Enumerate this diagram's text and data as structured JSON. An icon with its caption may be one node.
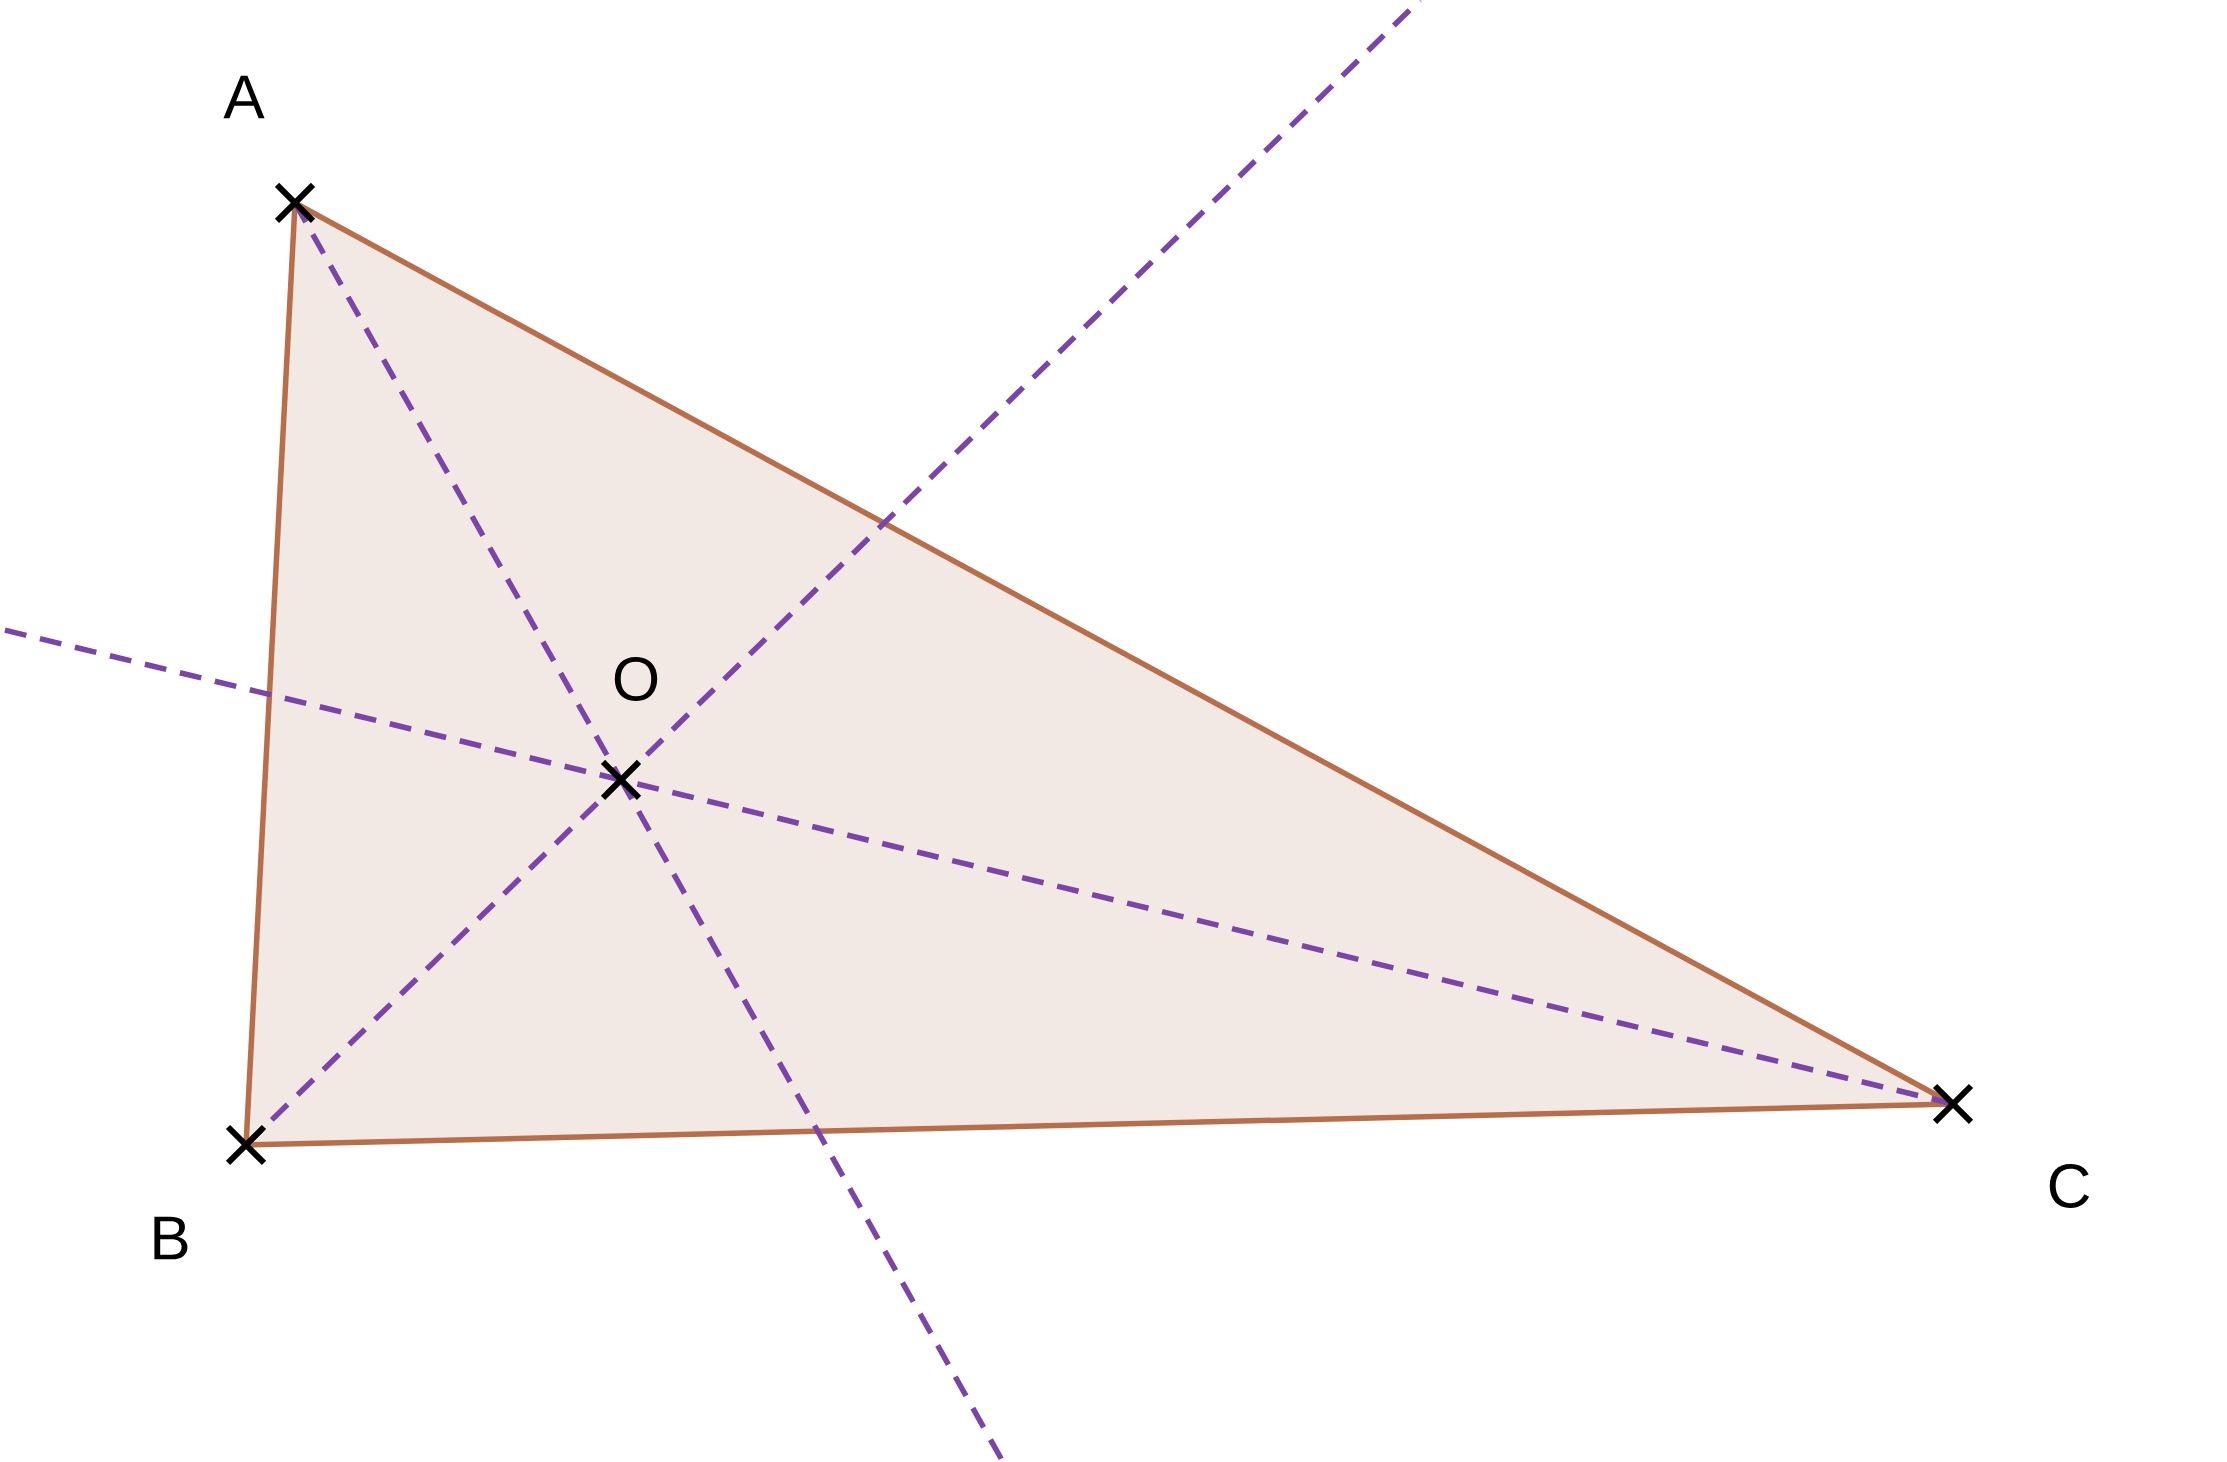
{
  "diagram": {
    "nodes": [
      {
        "text": [
          "A"
        ]
      },
      {
        "text": [
          "B"
        ]
      },
      {
        "text": [
          "C"
        ]
      },
      {
        "text": [
          "O"
        ]
      }
    ],
    "edges": [
      {
        "from": 0,
        "to": 1,
        "arrow": "none",
        "color": "#b86e4a"
      },
      {
        "from": 1,
        "to": 2,
        "arrow": "none",
        "color": "#b86e4a"
      },
      {
        "from": 2,
        "to": 0,
        "arrow": "none",
        "color": "#b86e4a"
      },
      {
        "from": 0,
        "to": 3,
        "arrow": "none",
        "style": "dashed"
      },
      {
        "from": 3,
        "to": null,
        "arrow": "none",
        "style": "dashed"
      },
      {
        "from": 1,
        "to": 3,
        "arrow": "none",
        "style": "dashed"
      },
      {
        "from": 3,
        "to": null,
        "arrow": "none",
        "style": "dashed"
      },
      {
        "from": 2,
        "to": 3,
        "arrow": "none",
        "style": "dashed"
      },
      {
        "from": 3,
        "to": null,
        "arrow": "none",
        "style": "dashed"
      }
    ]
  }
}
